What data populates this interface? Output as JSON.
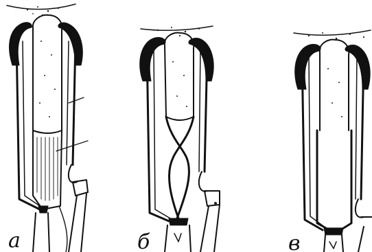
{
  "figure": {
    "panels": [
      {
        "id": "a",
        "label": "а",
        "state": "normal"
      },
      {
        "id": "b",
        "label": "б",
        "state": "constricted"
      },
      {
        "id": "v",
        "label": "в",
        "state": "dilated"
      }
    ]
  }
}
